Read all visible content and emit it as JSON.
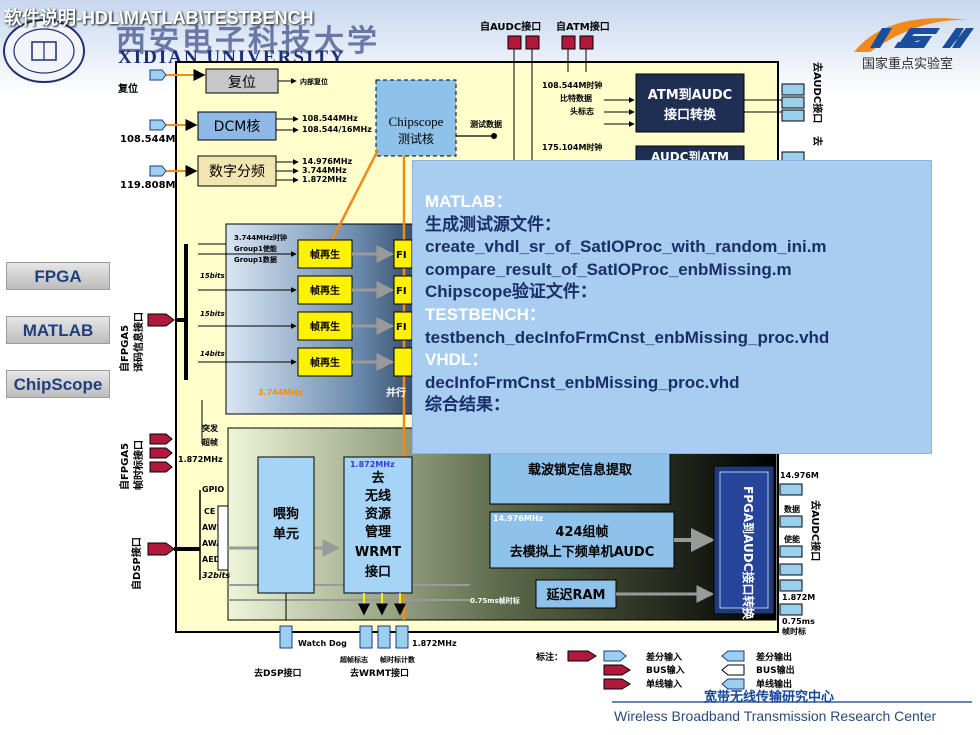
{
  "slide": {
    "title": "软件说明-HDL\\MATLAB\\TESTBENCH",
    "university_cn": "西安电子科技大学",
    "university_en": "XIDIAN UNIVERSITY",
    "logo_text": "国家重点实验室",
    "center_cn": "宽带无线传输研究中心",
    "center_en": "Wireless Broadband Transmission Research Center"
  },
  "sidebar": {
    "buttons": [
      "FPGA",
      "MATLAB",
      "ChipScope"
    ]
  },
  "diagram": {
    "blocks": {
      "reset": "复位",
      "dcm": "DCM核",
      "freq_div": "数字分频",
      "chipscope_1": "Chipscope",
      "chipscope_2": "测试核",
      "atm_audc_1": "ATM到AUDC",
      "atm_audc_2": "接口转换",
      "atm_audc_peek": "AUDC到ATM",
      "frame_regen": "帧再生",
      "fifo_peek": "FI",
      "watchdog_1": "喂狗",
      "watchdog_2": "单元",
      "wrmt": [
        "去",
        "无线",
        "资源",
        "管理",
        "WRMT",
        "接口"
      ],
      "carrier": "载波锁定信息提取",
      "frame_424_1": "424组帧",
      "frame_424_2": "去模拟上下频单机AUDC",
      "delay_ram": "延迟RAM",
      "fpga_audc": "FPGA到AUDC接口转换"
    },
    "labels": {
      "reset_in": "复位",
      "clk_108": "108.544M",
      "clk_119": "119.808M",
      "inner_reset": "内部复位",
      "dcm_out_1": "108.544MHz",
      "dcm_out_2": "108.544/16MHz",
      "div_out_1": "14.976MHz",
      "div_out_2": "3.744MHz",
      "div_out_3": "1.872MHz",
      "test_data": "测试数据",
      "from_audc": "自AUDC接口",
      "from_atm": "自ATM接口",
      "atm_clk": "108.544M时钟",
      "atm_bit": "比特数据",
      "atm_head": "头标志",
      "clk_175": "175.104M时钟",
      "to_audc_top": "去AUDC接口",
      "to_audc_top_peek": "去",
      "group_clk": "3.744MHz时钟",
      "group_en": "Group1使能",
      "group_data": "Group1数据",
      "bits_15a": "15bits",
      "bits_15b": "15bits",
      "bits_14": "14bits",
      "inner_clk": "3.744MHz",
      "parallel_peek": "并行",
      "from_fpga5_a": "自FPGA5",
      "from_fpga5_a2": "译码信息接口",
      "sudden": "突发",
      "superframe": "超帧",
      "clk_1872": "1.872MHz",
      "from_fpga5_b": "自FPGA5",
      "from_fpga5_b2": "帧时标接口",
      "wrmt_clk": "1.872MHz",
      "gpio": "GPIO",
      "ce": "CE",
      "awe": "AWE",
      "awa": "AWA",
      "aed": "AED",
      "bits_32": "32bits",
      "from_dsp": "自DSP接口",
      "frame_clk": "14.976MHz",
      "ms075": "0.75ms帧时标",
      "watchdog_lbl": "Watch Dog",
      "to_dsp": "去DSP接口",
      "superframe_marker": "超帧标志",
      "frame_count": "帧时标计数",
      "to_wrmt": "去WRMT接口",
      "wrmt_out_clk": "1.872MHz",
      "r_clk": "14.976M",
      "r_data": "数据",
      "r_en": "使能",
      "r_clk2": "1.872M",
      "r_ms": "0.75ms",
      "r_ms2": "帧时标",
      "to_audc_right": "去AUDC接口",
      "legend_title": "标注：",
      "legend_diff_in": "差分输入",
      "legend_diff_out": "差分输出",
      "legend_bus_in": "BUS输入",
      "legend_bus_out": "BUS输出",
      "legend_single_in": "单线输入",
      "legend_single_out": "单线输出"
    }
  },
  "overlay": {
    "lines": [
      {
        "text": "MATLAB：",
        "highlight": true
      },
      {
        "text": "生成测试源文件：",
        "highlight": false
      },
      {
        "text": "create_vhdl_sr_of_SatIOProc_with_random_ini.m",
        "highlight": false
      },
      {
        "text": "compare_result_of_SatIOProc_enbMissing.m",
        "highlight": false
      },
      {
        "text": "Chipscope验证文件：",
        "highlight": false
      },
      {
        "text": "TESTBENCH：",
        "highlight": true
      },
      {
        "text": "testbench_decInfoFrmCnst_enbMissing_proc.vhd",
        "highlight": false
      },
      {
        "text": "VHDL：",
        "highlight": true
      },
      {
        "text": "decInfoFrmCnst_enbMissing_proc.vhd",
        "highlight": false
      },
      {
        "text": "综合结果：",
        "highlight": false
      }
    ]
  }
}
